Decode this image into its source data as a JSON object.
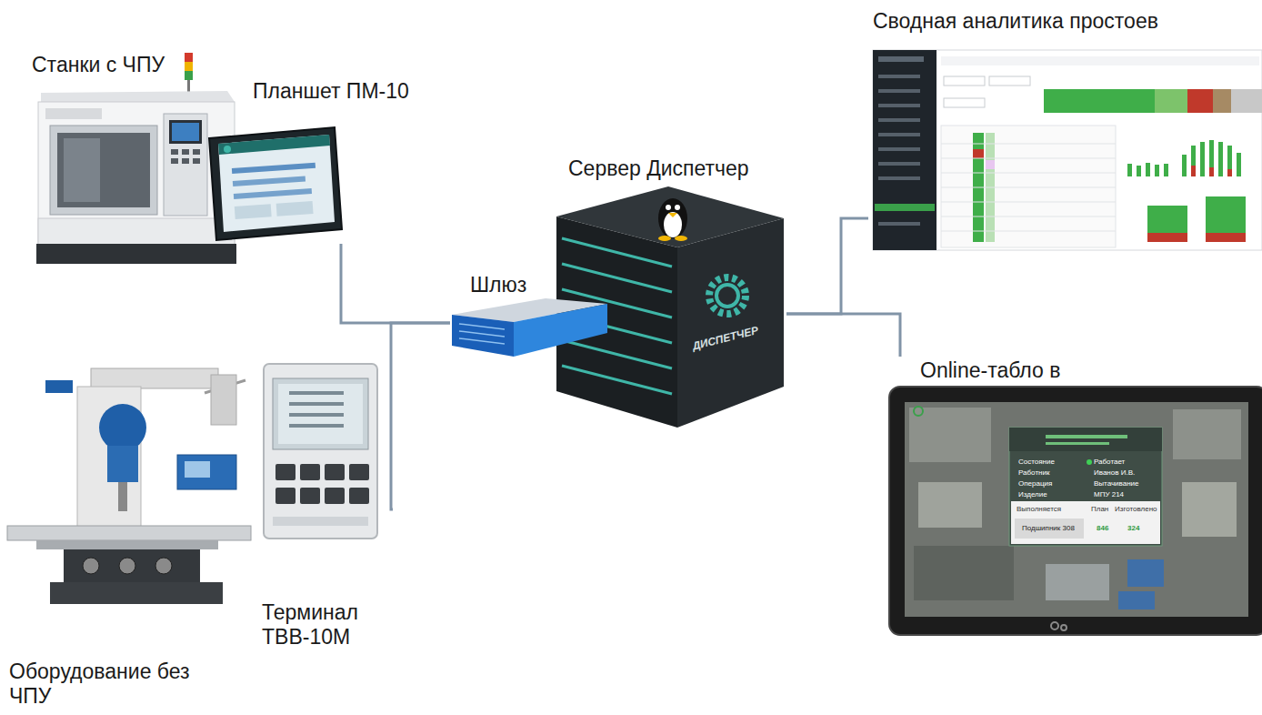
{
  "diagram": {
    "nodes": [
      {
        "text": [
          "Станки с ЧПУ"
        ]
      },
      {
        "text": [
          "Планшет ПМ-10"
        ]
      },
      {
        "text": [
          "Оборудование без ЧПУ"
        ]
      },
      {
        "text": [
          "Терминал ТВВ-10М"
        ]
      },
      {
        "text": [
          "Шлюз"
        ]
      },
      {
        "text": [
          "Сервер Диспетчер"
        ]
      },
      {
        "text": [
          "Сводная аналитика простоев"
        ]
      },
      {
        "text": [
          "Online-табло в"
        ]
      }
    ],
    "edges": [
      {
        "from": 1,
        "to": 4,
        "arrow": "none"
      },
      {
        "from": 3,
        "to": 4,
        "arrow": "none"
      },
      {
        "from": 5,
        "to": 6,
        "arrow": "none"
      },
      {
        "from": 5,
        "to": 7,
        "arrow": "none"
      }
    ],
    "labels": [
      "ДИСПЕТЧЕР",
      "Состояние",
      "Работает",
      "Работник",
      "Иванов И.В.",
      "Операция",
      "Вытачивание",
      "Изделие",
      "МПУ 214",
      "Выполняется",
      "План",
      "Изготовлено",
      "Подшипник 308",
      "846",
      "324"
    ]
  }
}
